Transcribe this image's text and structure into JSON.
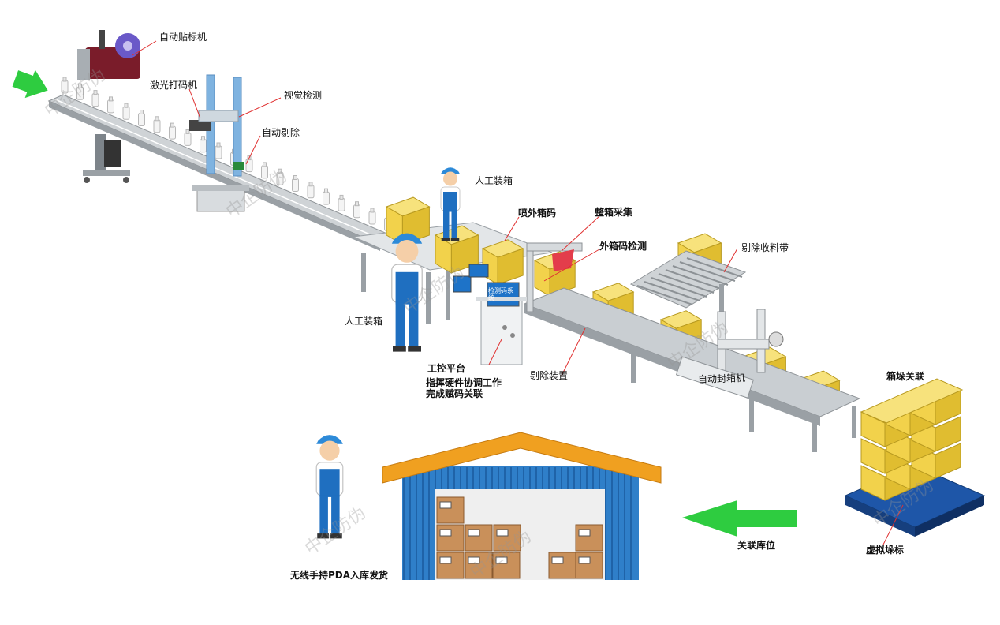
{
  "labels": {
    "auto_labeler": "自动贴标机",
    "laser_coder": "激光打码机",
    "vision_inspection": "视觉检测",
    "auto_reject": "自动剔除",
    "manual_packing_top": "人工装箱",
    "spray_box_code": "喷外箱码",
    "full_box_collect": "整箱采集",
    "outer_box_inspect": "外箱码检测",
    "reject_collect_belt": "剔除收料带",
    "manual_packing_left": "人工装箱",
    "control_platform": "工控平台",
    "control_platform_desc_1": "指挥硬件协调工作",
    "control_platform_desc_2": "完成赋码关联",
    "reject_device": "剔除装置",
    "auto_sealer": "自动封箱机",
    "stack_association": "箱垛关联",
    "virtual_stack_label": "虚拟垛标",
    "associate_location": "关联库位",
    "pda_warehouse": "无线手持PDA入库发货",
    "terminal_screen": "检测码系统"
  },
  "watermark": "中企防伪",
  "colors": {
    "arrow_green": "#2ecc40",
    "box_yellow": "#f2d24b",
    "warehouse_blue": "#2f7fc9",
    "roof_orange": "#f0a020",
    "leader_red": "#e03030",
    "worker_blue": "#1f6fc0"
  },
  "icons": [
    "arrow-right-icon",
    "arrow-left-icon"
  ]
}
